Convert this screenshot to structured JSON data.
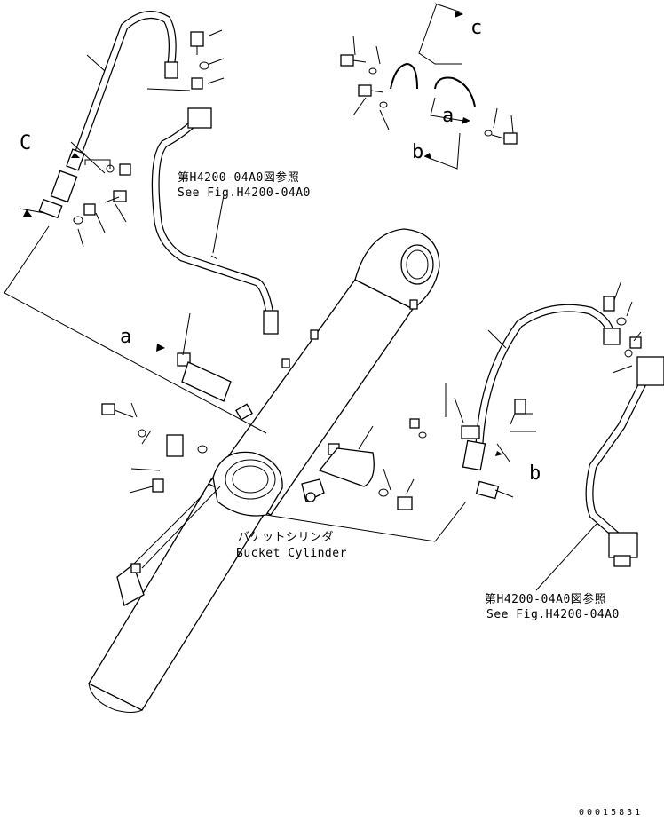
{
  "labels": {
    "c_top": "c",
    "c_left": "C",
    "a_top": "a",
    "a_left": "a",
    "b_top": "b",
    "b_right": "b"
  },
  "references": {
    "top_jp": "第H4200-04A0図参照",
    "top_en": "See Fig.H4200-04A0",
    "bottom_jp": "第H4200-04A0図参照",
    "bottom_en": "See Fig.H4200-04A0"
  },
  "cylinder": {
    "jp": "バケットシリンダ",
    "en": "Bucket Cylinder"
  },
  "drawing_number": "00015831"
}
